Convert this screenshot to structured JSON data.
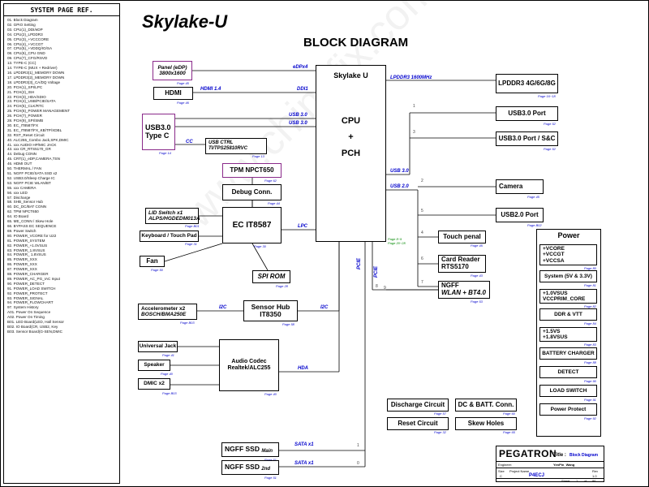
{
  "sidebar": {
    "title": "SYSTEM PAGE REF.",
    "entries": [
      "01. Block Diagram",
      "02. GPIO Setting",
      "03. CPU(1)_DDI/eDP",
      "04. CPU(2)_LPDDR3",
      "05. CPU(3)_+VCCCORE",
      "06. CPU(4)_+VCCGT",
      "07. CPU(5)_+VDDQ/IO/SA",
      "08. CPU(6)_CPU GND",
      "09. CPU(7)_CFG/RSVD",
      "13. TYPE-C (CC)",
      "14. TYPE-C (MUX + Redriver)",
      "16. LPDDR3(1)_MEMORY DOWN",
      "17. LPDDR3(2)_MEMORY DOWN",
      "18. LPDDR3(3)_CA/DQ Voltage",
      "20. PCH(1)_SPI/LPC",
      "21. PCH(2)_ISH",
      "22. PCH(3)_HDA/SDIO",
      "23. PCH(4)_USB/PCIE/SATA",
      "24. PCH(5)_CLK/RTC",
      "25. PCH(6)_POWER MANAGEMENT",
      "26. PCH(7)_POWER",
      "28. PCH(9)_SPI/SMB",
      "30. EC_IT8587/FX",
      "31. EC_IT8587/FX_KB/TP/XDBL",
      "32. RST_Reset Circuit",
      "40. ALC255_Combo Jack,SPK,DMIC",
      "41. xxx AUDIO HP/MIC JACK",
      "43. xxx CR_RTS5170_GR",
      "44. Debug CONN",
      "45. CRT(1)_eDP,CAMERA,TSN",
      "46. HDMI OUT",
      "50. THERMAL / FAN",
      "51. NGFF PCIE/SATA SSD x2",
      "52. USB3.0/Sleep Charge IC",
      "53. NGFF PCIE WLAN/BT",
      "55. xxx CAMERA",
      "56. xxx LED",
      "57. Discharge",
      "58. SHB_Sensor Hub",
      "60. DC_DC/BAT CONN",
      "62. TPM NPCT650",
      "64. IO Board",
      "65. ME_CONN / Skew Hole",
      "66. BYPASS EC SEQUENCE",
      "69. Power Switch",
      "80. POWER_VCORE for U22",
      "81. POWER_SYSTEM",
      "82. POWER_+1.0VSUS",
      "83. POWER_1.8VSUS",
      "84. POWER_ 1.8VSUS",
      "85. POWER_XXX",
      "86. POWER_XXX",
      "87. POWER_XXX",
      "88. POWER_CHARGER",
      "89. POWER_AC_PG_IAC Input",
      "90. POWER_DETECT",
      "91. POWER_LOAD SWITCH",
      "92. POWER_PROTECT",
      "93. POWER_SIGNAL",
      "94. POWER_FLOWCHART",
      "97. System History",
      "A01. Power On Sequence",
      "A02. Power On Timing",
      "B01. LED Board(LED, Hall Sensor",
      "B02. IO Board(CR, USB2, Key",
      "B03. Sensor Board(G-SEN,DMIC"
    ]
  },
  "header": {
    "title": "Skylake-U",
    "subtitle": "BLOCK DIAGRAM"
  },
  "watermark": "www.chinafix.com",
  "cpu": {
    "title": "Skylake U",
    "cpu": "CPU",
    "plus": "+",
    "pch": "PCH"
  },
  "blocks": {
    "panel": {
      "line1": "Panel (eDP)",
      "line2": "3800x1600",
      "ref": "Page 45"
    },
    "hdmi": {
      "label": "HDMI",
      "ref": "Page 46"
    },
    "usb30_typec": {
      "line1": "USB3.0",
      "line2": "Type C",
      "ref": "Page 14"
    },
    "usb_ctrl": {
      "line1": "USB CTRL",
      "line2": "TI/TPS25810RVC",
      "ref": "Page 13"
    },
    "tpm": {
      "label": "TPM NPCT650",
      "ref": "Page 62"
    },
    "debug": {
      "label": "Debug Conn.",
      "ref": "Page 44"
    },
    "lid": {
      "line1": "LID Switch x1",
      "line2": "ALPS/HGDEDM013A",
      "ref": "Page B01"
    },
    "keyboard": {
      "label": "Keyboard / Touch Pad",
      "ref": "Page 31"
    },
    "ec": {
      "label": "EC IT8587",
      "ref": "Page 30"
    },
    "fan": {
      "label": "Fan",
      "ref": "Page 50"
    },
    "spi_rom": {
      "label": "SPI ROM",
      "ref": "Page 28"
    },
    "accel": {
      "line1": "Accelerometer x2",
      "line2": "BOSCH/BMA250E",
      "ref": "Page B03"
    },
    "sensor_hub": {
      "line1": "Sensor Hub",
      "line2": "IT8350",
      "ref": "Page 58"
    },
    "universal_jack": {
      "label": "Universal Jack",
      "ref": "Page 41"
    },
    "speaker": {
      "label": "Speaker",
      "ref": "Page 40"
    },
    "dmic": {
      "label": "DMIC x2",
      "ref": "Page B03"
    },
    "audio_codec": {
      "line1": "Audio Codec",
      "line2": "Realtek/ALC255",
      "ref": "Page 40"
    },
    "ngff_ssd_main": {
      "label": "NGFF SSD",
      "sub": "Main",
      "ref": "Page 51"
    },
    "ngff_ssd_2nd": {
      "label": "NGFF SSD",
      "sub": "2nd",
      "ref": "Page 51"
    },
    "lpddr3": {
      "label": "LPDDR3 4G/6G/8G",
      "ref": "Page 16~18"
    },
    "usb30_port": {
      "label": "USB3.0 Port",
      "ref": "Page 52"
    },
    "usb30_port_sc": {
      "label": "USB3.0 Port / S&C",
      "ref": "Page 52"
    },
    "camera": {
      "label": "Camera",
      "ref": "Page 45"
    },
    "usb20_port": {
      "label": "USB2.0 Port",
      "ref": "Page B02"
    },
    "touch_panel": {
      "label": "Touch penal",
      "ref": "Page 45"
    },
    "card_reader": {
      "line1": "Card Reader",
      "line2": "RTS5170",
      "ref": "Page 43"
    },
    "ngff_wlan": {
      "line1": "NGFF",
      "line2": "WLAN + BT4.0",
      "ref": "Page 53"
    },
    "discharge": {
      "label": "Discharge Circuit",
      "ref": "Page 57"
    },
    "dc_batt": {
      "label": "DC & BATT. Conn.",
      "ref": "Page 60"
    },
    "reset": {
      "label": "Reset Circuit",
      "ref": "Page 32"
    },
    "skew_holes": {
      "label": "Skew Holes",
      "ref": "Page 65"
    }
  },
  "power": {
    "title": "Power",
    "vcore": {
      "line1": "+VCORE",
      "line2": "+VCCGT",
      "line3": "+VCCSA",
      "ref": "Page 80"
    },
    "system": {
      "label": "System (5V & 3.3V)",
      "ref": "Page 81"
    },
    "vsus10": {
      "line1": "+1.0VSUS",
      "line2": "VCCPRIM_CORE",
      "ref": "Page 82"
    },
    "ddr_vtt": {
      "label": "DDR & VTT",
      "ref": "Page 84"
    },
    "vsus15": {
      "line1": "+1.5VS",
      "line2": "+1.8VSUS",
      "ref": "Page 83"
    },
    "charger": {
      "label": "BATTERY CHARGER",
      "ref": "Page 88"
    },
    "detect": {
      "label": "DETECT",
      "ref": "Page 90"
    },
    "load_switch": {
      "label": "LOAD SWITCH",
      "ref": "Page 91"
    },
    "protect": {
      "label": "Power Protect",
      "ref": "Page 92"
    }
  },
  "signals": {
    "edp": "eDPx4",
    "ddi": "DDI1",
    "hdmi14": "HDMI 1.4",
    "usb30a": "USB 3.0",
    "usb30b": "USB 3.0",
    "cc": "CC",
    "lpc": "LPC",
    "i2c_a": "I2C",
    "i2c_b": "I2C",
    "hda": "HDA",
    "sata1": "SATA x1",
    "sata2": "SATA x1",
    "pcie1": "PCIE",
    "pcie2": "PCIE",
    "lpddr3_bus": "LPDDR3  1600MHz",
    "usb30_r": "USB 3.0",
    "usb20_r": "USB 2.0",
    "usb_page": "Page 8~9\nPage 20~28"
  },
  "port_numbers": [
    "1",
    "3",
    "2",
    "5",
    "4",
    "6",
    "7",
    "8",
    "9",
    "1",
    "0"
  ],
  "title_block": {
    "logo": "PEGATRON",
    "title_label": "Title :",
    "title_value": "Block Diagram",
    "engineer_label": "Engineer:",
    "engineer_value": "YenPin_Wang",
    "project_label": "Project Name",
    "project_value": "P4ECJ",
    "size_label": "Size",
    "size_value": "C",
    "rev_label": "Rev",
    "rev_value": "1.0",
    "sheet_label": "Sheet",
    "sheet_value": "1",
    "of_label": "of",
    "of_value": "96"
  }
}
